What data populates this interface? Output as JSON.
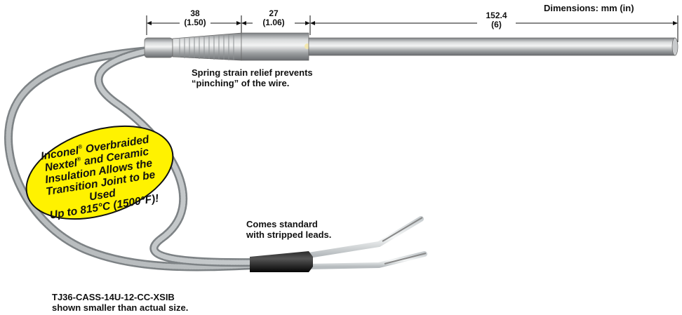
{
  "dimensions_note": "Dimensions: mm (in)",
  "dims": [
    {
      "mm": "38",
      "in": "(1.50)"
    },
    {
      "mm": "27",
      "in": "(1.06)"
    },
    {
      "mm": "152.4",
      "in": "(6)"
    }
  ],
  "callout_strain": {
    "line1": "Spring strain relief prevents",
    "line2": "“pinching” of the wire."
  },
  "callout_leads": {
    "line1": "Comes standard",
    "line2": "with stripped leads."
  },
  "burst": {
    "line1a": "Inconel",
    "line1b": " Overbraided",
    "line2a": "Nextel",
    "line2b": " and Ceramic",
    "line3": "Insulation Allows the",
    "line4": "Transition Joint to be Used",
    "line5": "Up to 815°C (1500°F)!",
    "reg": "®",
    "color": "#fff200"
  },
  "caption": {
    "line1": "TJ36-CASS-14U-12-CC-XSIB",
    "line2": "shown smaller than actual size."
  }
}
